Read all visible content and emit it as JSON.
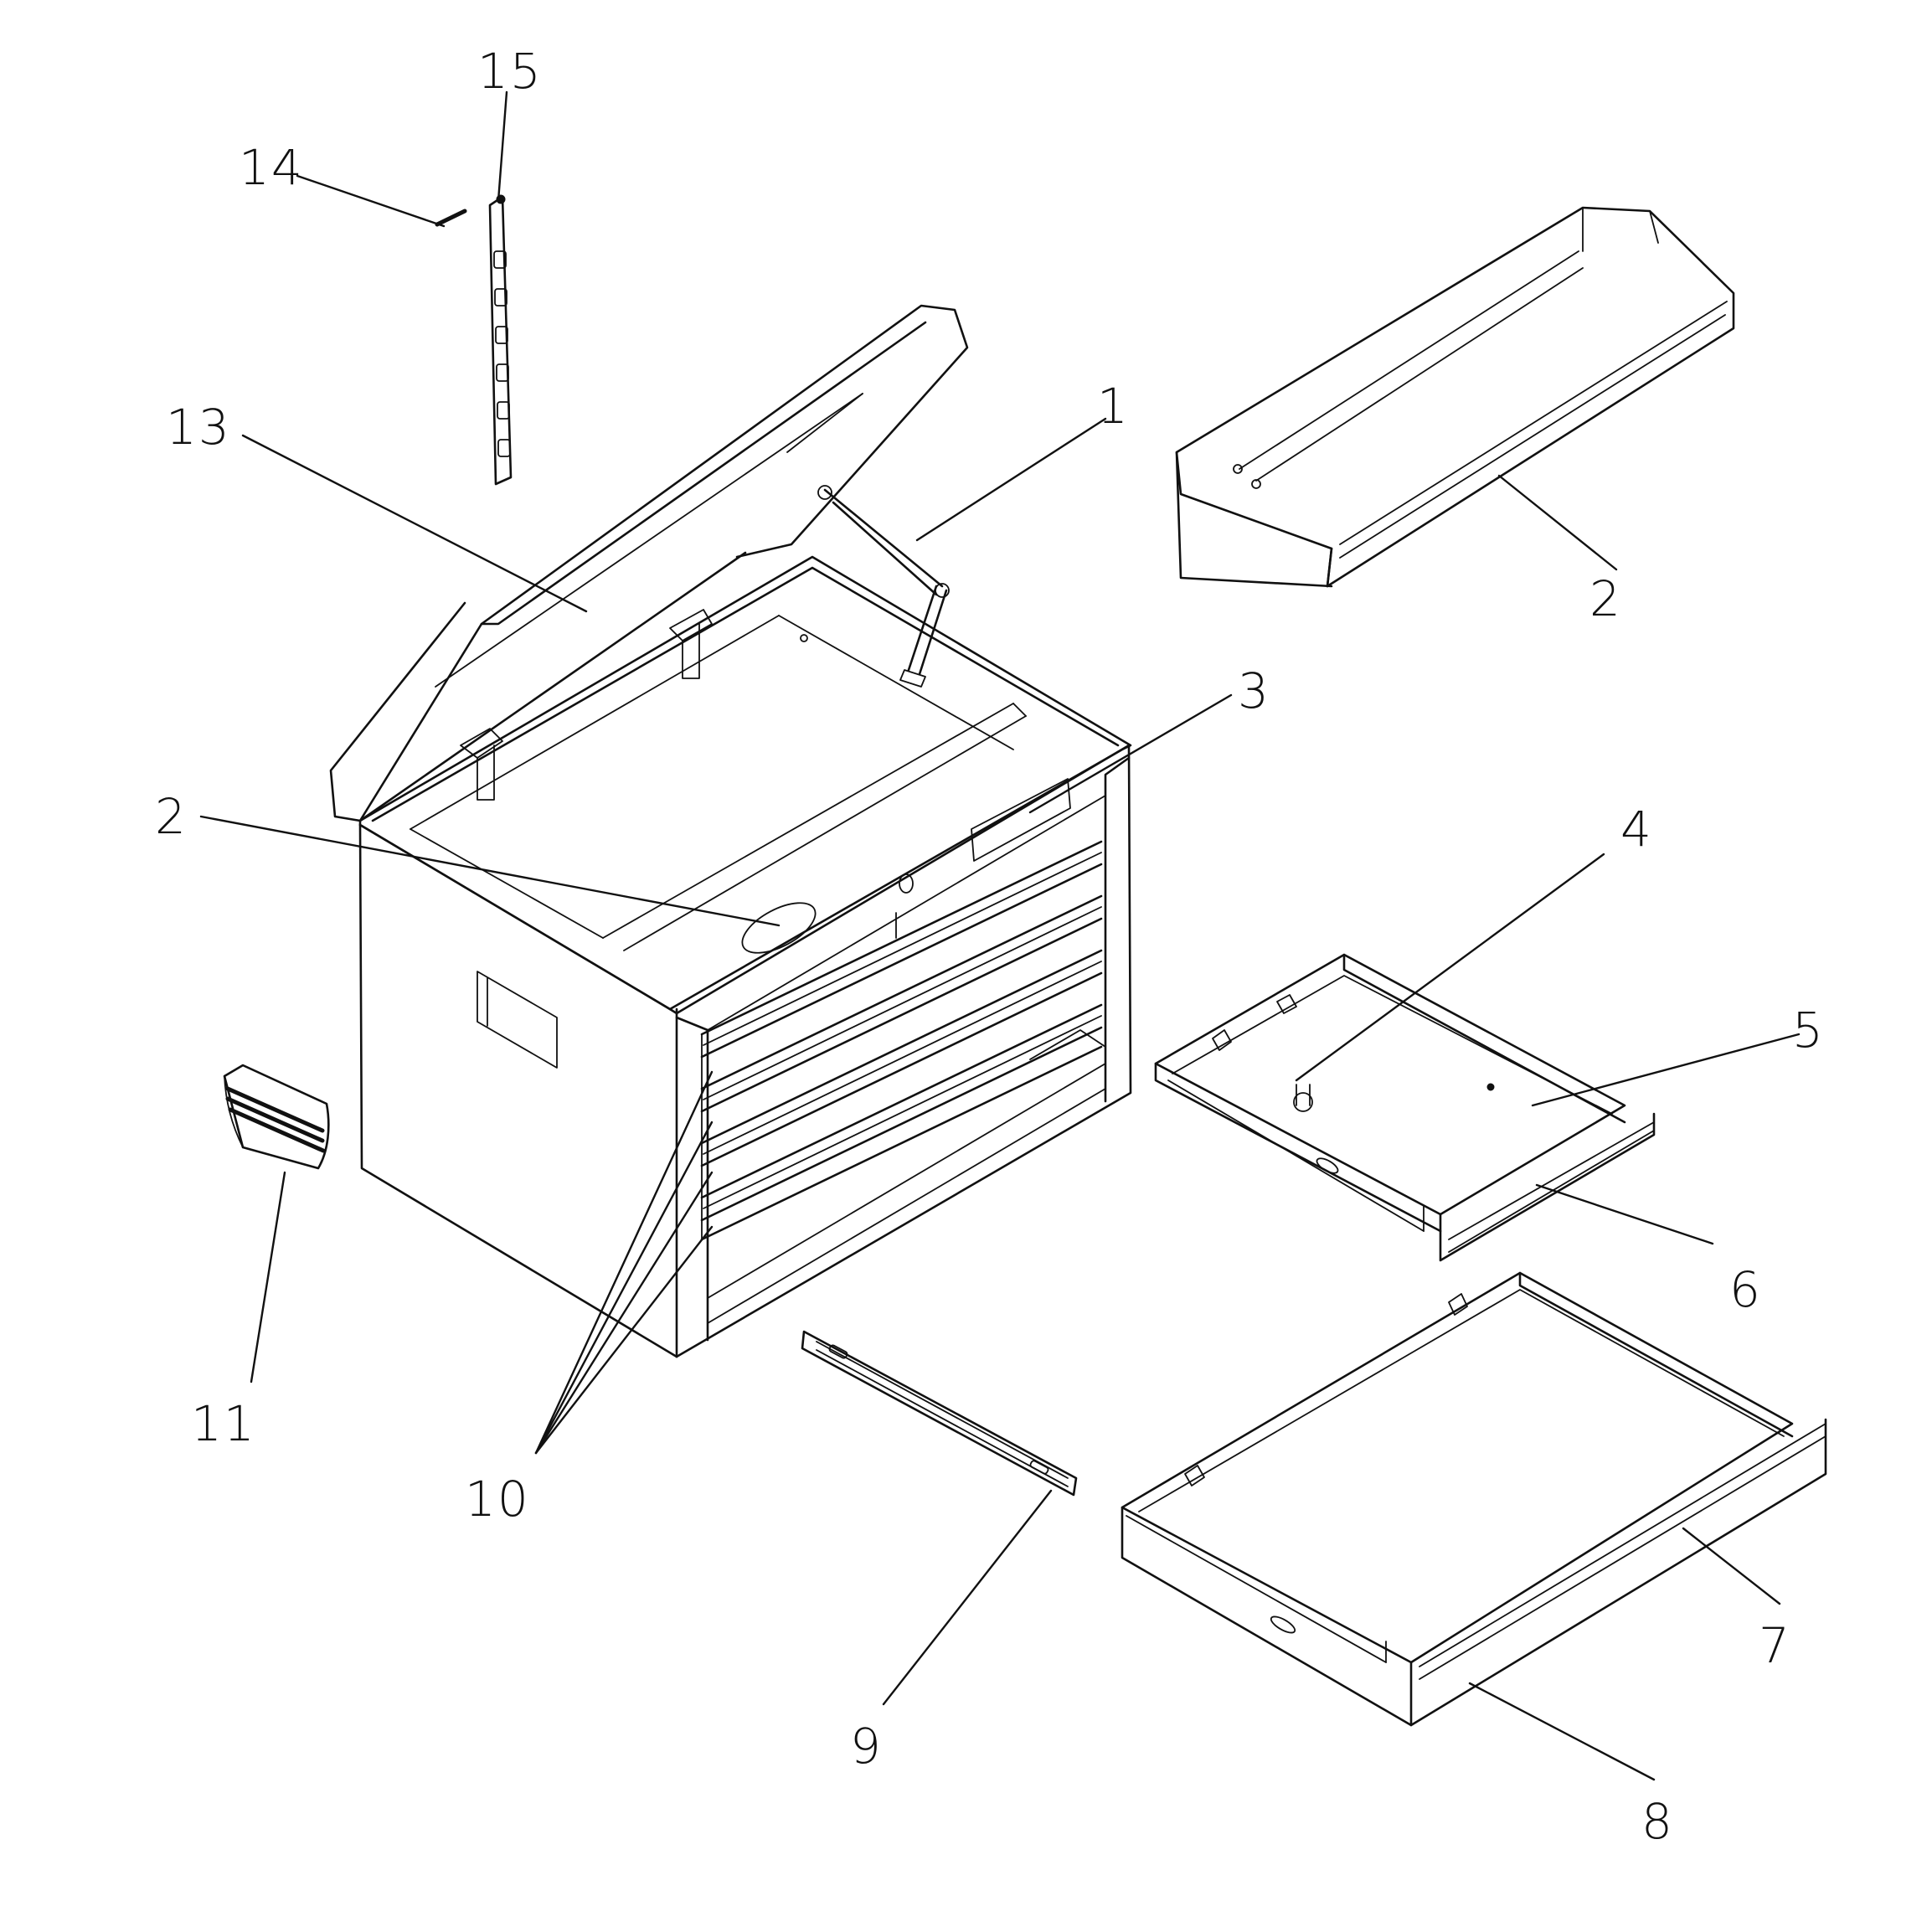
{
  "diagram": {
    "ink_color": "#111111",
    "background_color": "#ffffff",
    "callouts": [
      "1",
      "2",
      "2",
      "3",
      "4",
      "5",
      "6",
      "7",
      "8",
      "9",
      "10",
      "11",
      "13",
      "14",
      "15"
    ]
  }
}
